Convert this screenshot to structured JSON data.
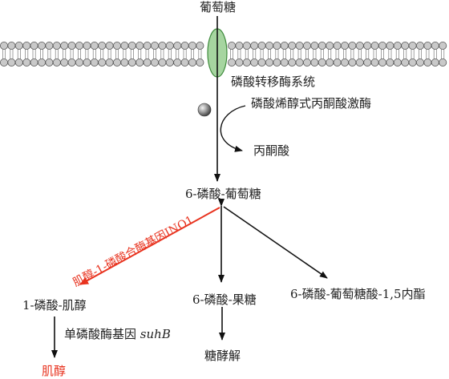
{
  "diagram": {
    "glucose": "葡萄糖",
    "pts_system": "磷酸转移酶系统",
    "pyruvate_kinase": "磷酸烯醇式丙酮酸激酶",
    "pyruvate": "丙酮酸",
    "g6p": "6-磷酸-葡萄糖",
    "ino1_label": "肌醇-1-磷酸合酶基因INO1",
    "i1p": "1-磷酸-肌醇",
    "f6p": "6-磷酸-果糖",
    "gluconolactone": "6-磷酸-葡萄糖酸-1,5内酯",
    "suhb_gene": "单磷酸酶基因",
    "suhb_name": "suhB",
    "glycolysis": "糖酵解",
    "inositol": "肌醇"
  },
  "colors": {
    "highlight": "#e8331f",
    "transporter_fill": "#a6d5a0",
    "transporter_stroke": "#3e8a3c",
    "ink": "#222222"
  }
}
